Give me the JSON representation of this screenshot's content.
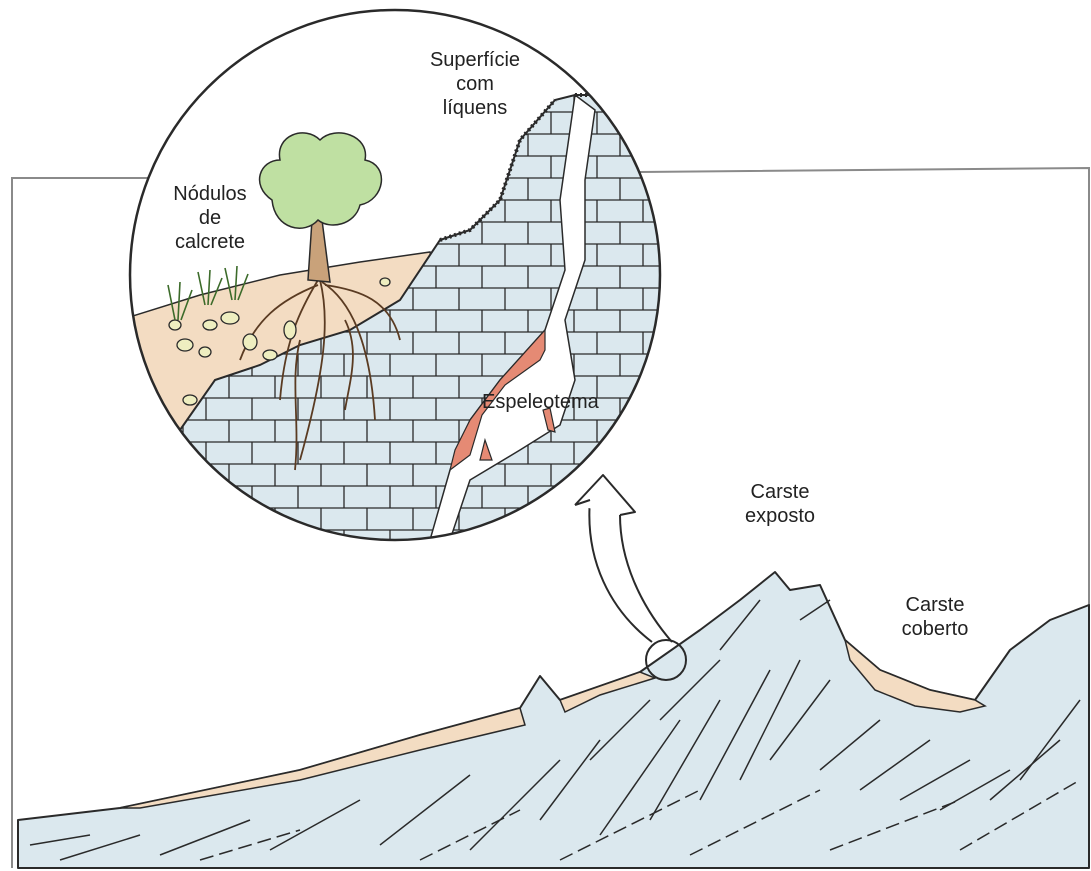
{
  "labels": {
    "superficie": [
      "Superfície",
      "com",
      "líquens"
    ],
    "nodulos": [
      "Nódulos",
      "de",
      "calcrete"
    ],
    "espeleotema": "Espeleotema",
    "carste_exposto": [
      "Carste",
      "exposto"
    ],
    "carste_coberto": [
      "Carste",
      "coberto"
    ]
  },
  "colors": {
    "limestone_fill": "#dbe8ee",
    "soil_fill": "#f3dcc2",
    "speleothem_fill": "#e58a74",
    "tree_canopy": "#bfe0a2",
    "line": "#2a2a2a",
    "frame": "#8a8a8a"
  }
}
